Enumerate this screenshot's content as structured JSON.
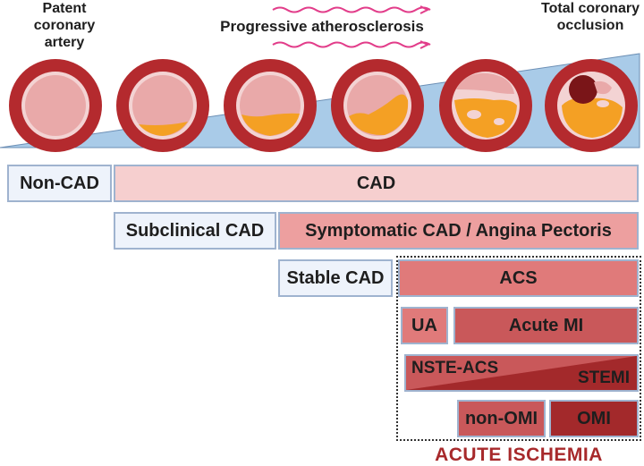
{
  "top_labels": {
    "patent": "Patent coronary artery",
    "progressive": "Progressive atherosclerosis",
    "total": "Total coronary occlusion"
  },
  "boxes": {
    "non_cad": "Non-CAD",
    "cad": "CAD",
    "subclinical": "Subclinical CAD",
    "symptomatic": "Symptomatic CAD / Angina Pectoris",
    "stable": "Stable CAD",
    "acs": "ACS",
    "ua": "UA",
    "acute_mi": "Acute MI",
    "nste_acs": "NSTE-ACS",
    "stemi": "STEMI",
    "non_omi": "non-OMI",
    "omi": "OMI"
  },
  "acute_ischemia": "ACUTE ISCHEMIA",
  "colors": {
    "artery_wall": "#b42a2e",
    "lumen": "#e9a9a9",
    "plaque": "#f4a024",
    "wedge": "#a9cbe8",
    "border_blue": "#9fb3cf",
    "arrow": "#e23d8a",
    "accent_red": "#a7292b"
  }
}
